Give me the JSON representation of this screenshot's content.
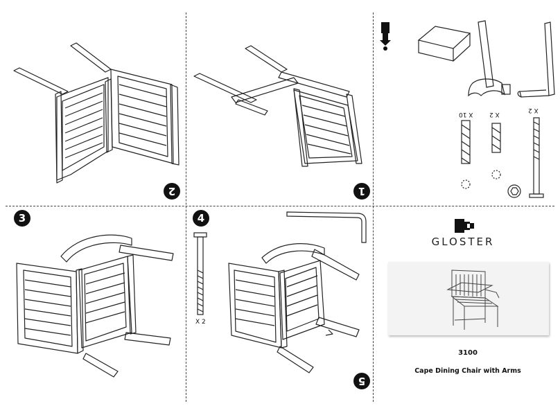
{
  "brand": {
    "name": "GLOSTER"
  },
  "product": {
    "model": "3100",
    "name": "Cape Dining Chair with Arms"
  },
  "steps": [
    {
      "number": "1"
    },
    {
      "number": "2"
    },
    {
      "number": "3"
    },
    {
      "number": "4"
    },
    {
      "number": "5"
    }
  ],
  "parts": {
    "dowel_qty": "X 10",
    "insert_qty": "X 2",
    "bolt_qty": "X 2",
    "step4_bolt_qty": "X 2"
  },
  "icons": {
    "tools_hint": "mallet-icon",
    "wood_block": "wood-block-icon",
    "hammer": "hammer-icon",
    "allen_key": "allen-key-icon"
  }
}
